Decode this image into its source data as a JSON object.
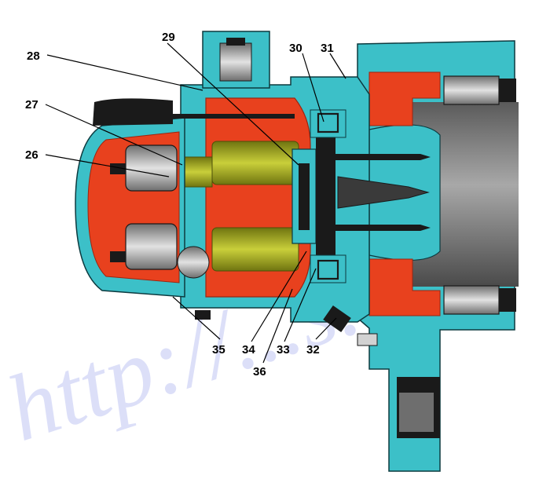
{
  "watermark": "http://...s.ru",
  "colors": {
    "housing": "#3cc0c8",
    "housing_dark": "#1f8b93",
    "coil": "#e8411e",
    "coil_dark": "#9c2510",
    "winding": "#9ea418",
    "steel": "#8c8c8c",
    "steel_light": "#d2d2d2",
    "black": "#1a1a1a",
    "outline": "#0c3a3f"
  },
  "callouts": [
    {
      "id": "28",
      "text": "28"
    },
    {
      "id": "29",
      "text": "29"
    },
    {
      "id": "30",
      "text": "30"
    },
    {
      "id": "31",
      "text": "31"
    },
    {
      "id": "27",
      "text": "27"
    },
    {
      "id": "26",
      "text": "26"
    },
    {
      "id": "35",
      "text": "35"
    },
    {
      "id": "34",
      "text": "34"
    },
    {
      "id": "36",
      "text": "36"
    },
    {
      "id": "33",
      "text": "33"
    },
    {
      "id": "32",
      "text": "32"
    }
  ]
}
